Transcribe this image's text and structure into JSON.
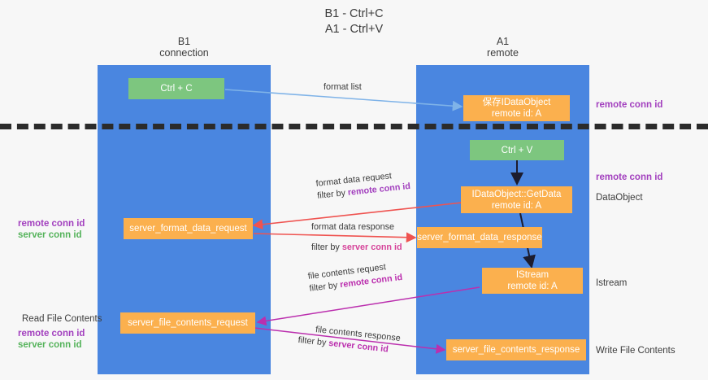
{
  "title": {
    "line1": "B1 - Ctrl+C",
    "line2": "A1 - Ctrl+V"
  },
  "lanes": [
    {
      "name": "B1",
      "role": "connection"
    },
    {
      "name": "A1",
      "role": "remote"
    }
  ],
  "nodes": {
    "ctrl_c": {
      "label": "Ctrl + C",
      "color": "#7dc67f"
    },
    "ctrl_v": {
      "label": "Ctrl + V",
      "color": "#7dc67f"
    },
    "save_idataobject": {
      "line1": "保存IDataObject",
      "line2": "remote id: A",
      "color": "#fbb04e"
    },
    "getdata": {
      "line1": "IDataObject::GetData",
      "line2": "remote id: A",
      "color": "#fbb04e"
    },
    "istream": {
      "line1": "IStream",
      "line2": "remote id: A",
      "color": "#fbb04e"
    },
    "server_format_data_request": {
      "label": "server_format_data_request",
      "color": "#fbb04e"
    },
    "server_format_data_response": {
      "label": "server_format_data_response",
      "color": "#fbb04e"
    },
    "server_file_contents_request": {
      "label": "server_file_contents_request",
      "color": "#fbb04e"
    },
    "server_file_contents_response": {
      "label": "server_file_contents_response",
      "color": "#fbb04e"
    }
  },
  "edges": {
    "format_list": {
      "label": "format list"
    },
    "format_data_request": {
      "label": "format data request",
      "filter_prefix": "filter by",
      "filter_key": "remote conn id"
    },
    "format_data_response": {
      "label": "format data response",
      "filter_prefix": "filter by",
      "filter_key": "server conn id"
    },
    "file_contents_request": {
      "label": "file contents request",
      "filter_prefix": "filter by",
      "filter_key": "remote conn id"
    },
    "file_contents_response": {
      "label": "file contents response",
      "filter_prefix": "filter by",
      "filter_key": "server conn id"
    }
  },
  "annotations": {
    "right_top_conn": "remote conn id",
    "right_mid_conn": "remote conn id",
    "dataobject": "DataObject",
    "istream": "Istream",
    "write_file_contents": "Write File Contents",
    "read_file_contents": "Read File Contents",
    "left_mid_remote": "remote conn id",
    "left_mid_server": "server conn id",
    "left_bottom_remote": "remote conn id",
    "left_bottom_server": "server conn id"
  },
  "colors": {
    "lane": "#4a86e0",
    "green_node": "#7dc67f",
    "orange_node": "#fbb04e",
    "purple": "#a23fbe",
    "green_text": "#55b35b",
    "pink": "#d6449a",
    "magenta": "#bb2fae",
    "blue_arrow": "#7fb3e8",
    "red_arrow": "#ef5350",
    "dark_arrow": "#1c1c2e",
    "background": "#f7f7f7"
  }
}
